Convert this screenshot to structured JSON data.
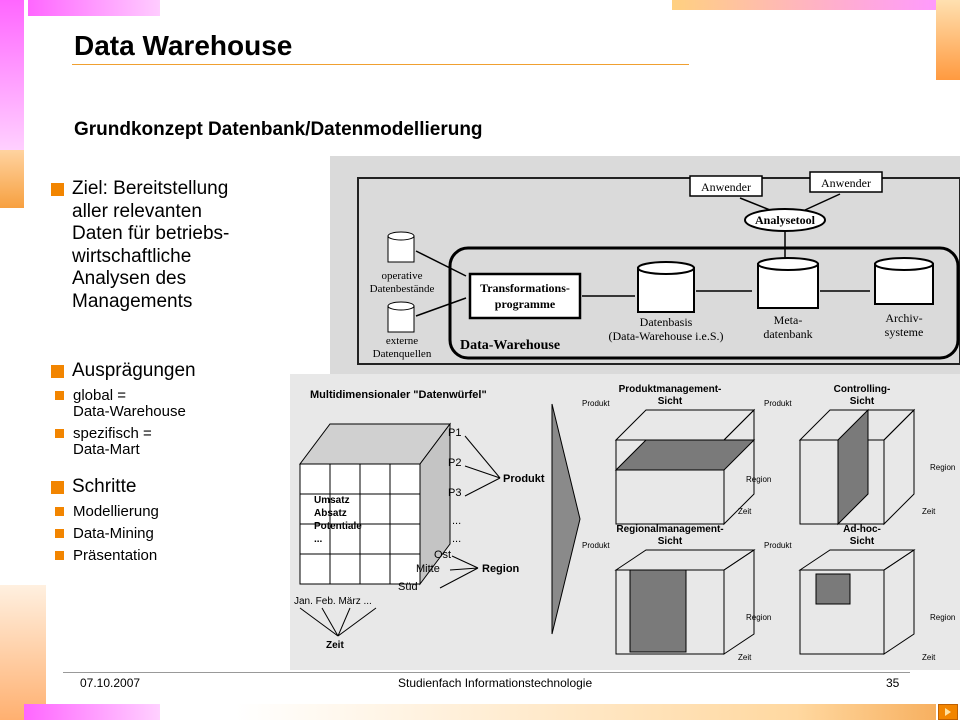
{
  "title": "Data Warehouse",
  "subtitle": "Grundkonzept Datenbank/Datenmodellierung",
  "bullets": {
    "ziel": [
      "Ziel: Bereitstellung",
      "aller relevanten",
      "Daten für betriebs-",
      "wirtschaftliche",
      "Analysen des",
      "Managements"
    ],
    "auspraegungen": "Ausprägungen",
    "global": [
      "global =",
      "Data-Warehouse"
    ],
    "spezifisch": [
      "spezifisch =",
      "Data-Mart"
    ],
    "schritte": "Schritte",
    "steps": [
      "Modellierung",
      "Data-Mining",
      "Präsentation"
    ]
  },
  "figure_top": {
    "users": [
      "Anwender",
      "Anwender"
    ],
    "tool": "Analysetool",
    "sources": [
      "operative",
      "Datenbestände",
      "externe",
      "Datenquellen"
    ],
    "transform": [
      "Transformations-",
      "programme"
    ],
    "datenbasis": [
      "Datenbasis",
      "(Data-Warehouse i.e.S.)"
    ],
    "meta": [
      "Meta-",
      "datenbank"
    ],
    "archiv": [
      "Archiv-",
      "systeme"
    ],
    "frame_label": "Data-Warehouse"
  },
  "figure_bottom": {
    "cube_title": "Multidimensionaler \"Datenwürfel\"",
    "measures": [
      "Umsatz",
      "Absatz",
      "Potentiale",
      "..."
    ],
    "products": [
      "P1",
      "P2",
      "P3",
      "...",
      "..."
    ],
    "regions": [
      "Ost",
      "Mitte",
      "Süd"
    ],
    "months": "Jan. Feb. März ...",
    "zeit": "Zeit",
    "produkt": "Produkt",
    "region": "Region",
    "views": [
      [
        "Produktmanagement-",
        "Sicht"
      ],
      [
        "Controlling-",
        "Sicht"
      ],
      [
        "Regionalmanagement-",
        "Sicht"
      ],
      [
        "Ad-hoc-",
        "Sicht"
      ]
    ],
    "axis_produkt": "Produkt",
    "axis_region": "Region",
    "axis_zeit": "Zeit"
  },
  "footer": {
    "date": "07.10.2007",
    "course": "Studienfach Informationstechnologie",
    "page": "35"
  },
  "colors": {
    "title_rule": "#f0a030",
    "bullet_marker": "#f28500",
    "figure_gray": "#7a7a7a"
  }
}
